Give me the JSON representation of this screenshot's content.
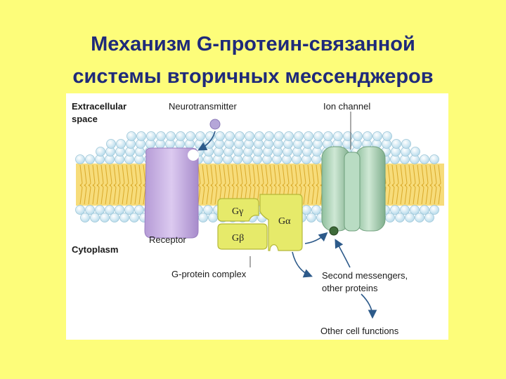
{
  "title": {
    "line1": "Механизм  G-протеин-связанной",
    "line2": "системы вторичных мессенджеров"
  },
  "diagram": {
    "labels": {
      "extracellular_line1": "Extracellular",
      "extracellular_line2": "space",
      "neurotransmitter": "Neurotransmitter",
      "ion_channel": "Ion channel",
      "receptor": "Receptor",
      "cytoplasm": "Cytoplasm",
      "g_gamma": "Gγ",
      "g_beta": "Gβ",
      "g_alpha": "Gα",
      "g_protein_complex": "G-protein complex",
      "second_messengers_line1": "Second messengers,",
      "second_messengers_line2": "other proteins",
      "other_cell_functions": "Other cell functions"
    },
    "colors": {
      "background": "#fdfd7a",
      "title": "#1f2a7a",
      "lipid_head": "#d6ecf5",
      "lipid_tail": "#f1c53a",
      "receptor": "#c8b1e3",
      "g_protein": "#e6ea6a",
      "ion_channel": "#a9d2b4",
      "arrow": "#2d5a8a",
      "neurotransmitter": "#b5a6d8",
      "second_messenger": "#3e6b3a"
    }
  }
}
